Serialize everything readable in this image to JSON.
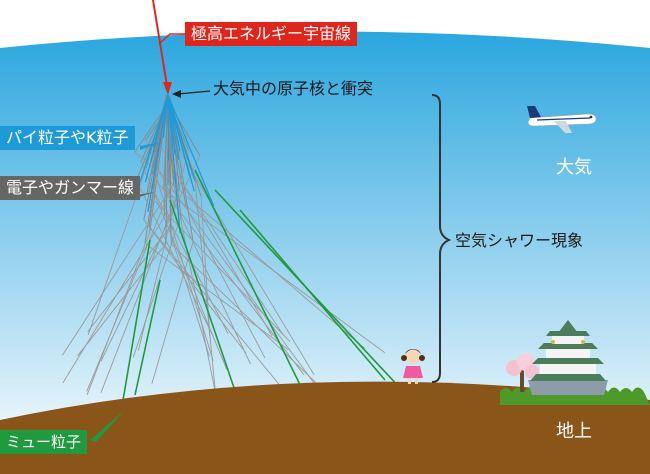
{
  "labels": {
    "cosmic_ray": "極高エネルギー宇宙線",
    "collision": "大気中の原子核と衝突",
    "pions_kaons": "パイ粒子やK粒子",
    "electrons_gamma": "電子やガンマー線",
    "shower": "空気シャワー現象",
    "atmosphere": "大気",
    "muons": "ミュー粒子",
    "ground": "地上"
  },
  "colors": {
    "sky_top": "#2aa6df",
    "sky_bottom": "#ffffff",
    "ground": "#8a5519",
    "cosmic_ray": "#e0261c",
    "pion_track": "#1d9ad7",
    "electron_track": "#888888",
    "muon_track": "#209a3e",
    "brace": "#333333"
  },
  "icons": [
    "airplane-icon",
    "child-icon",
    "castle-icon",
    "cherry-tree-icon"
  ]
}
